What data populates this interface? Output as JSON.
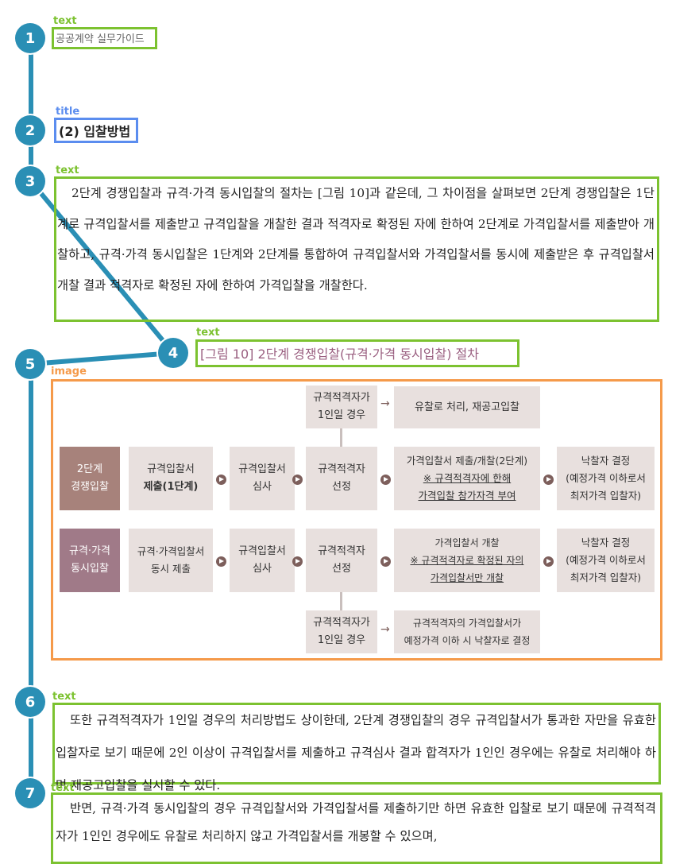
{
  "annotations": {
    "tag_text": "text",
    "tag_title": "title",
    "tag_image": "image",
    "markers": [
      "1",
      "2",
      "3",
      "4",
      "5",
      "6",
      "7"
    ]
  },
  "header": {
    "running_head": "공공계약 실무가이드"
  },
  "section": {
    "title": "(2) 입찰방법"
  },
  "paragraphs": {
    "p1": "2단계 경쟁입찰과 규격·가격 동시입찰의 절차는 [그림 10]과 같은데, 그 차이점을 살펴보면 2단계 경쟁입찰은 1단계로 규격입찰서를 제출받고 규격입찰을 개찰한 결과 적격자로 확정된 자에 한하여 2단계로 가격입찰서를 제출받아 개찰하고, 규격·가격 동시입찰은 1단계와 2단계를 통합하여 규격입찰서와 가격입찰서를 동시에 제출받은 후 규격입찰서 개찰 결과 적격자로 확정된 자에 한하여 가격입찰을 개찰한다.",
    "p2": "또한 규격적격자가 1인일 경우의 처리방법도 상이한데, 2단계 경쟁입찰의 경우 규격입찰서가 통과한 자만을 유효한 입찰자로 보기 때문에 2인 이상이 규격입찰서를 제출하고 규격심사 결과 합격자가 1인인 경우에는 유찰로 처리해야 하며 재공고입찰을 실시할 수 있다.",
    "p3": "반면, 규격·가격 동시입찰의 경우 규격입찰서와 가격입찰서를 제출하기만 하면 유효한 입찰로 보기 때문에 규격적격자가 1인인 경우에도 유찰로 처리하지 않고 가격입찰서를 개봉할 수 있으며,"
  },
  "figure": {
    "caption": "[그림 10] 2단계 경쟁입찰(규격·가격 동시입찰) 절차",
    "label_color_row1": "#a7827b",
    "label_color_row2": "#a07a88",
    "cell_color": "#e8e0de",
    "top_branch": {
      "cond_l1": "규격적격자가",
      "cond_l2": "1인일 경우",
      "result": "유찰로 처리, 재공고입찰"
    },
    "row1": {
      "label_l1": "2단계",
      "label_l2": "경쟁입찰",
      "step1_l1": "규격입찰서",
      "step1_l2": "제출(1단계)",
      "step2_l1": "규격입찰서",
      "step2_l2": "심사",
      "step3_l1": "규격적격자",
      "step3_l2": "선정",
      "step4_l1": "가격입찰서 제출/개찰(2단계)",
      "step4_l2": "※ 규격적격자에 한해",
      "step4_l3": "가격입찰 참가자격 부여",
      "step5_l1": "낙찰자 결정",
      "step5_l2": "(예정가격 이하로서",
      "step5_l3": "최저가격 입찰자)"
    },
    "row2": {
      "label_l1": "규격·가격",
      "label_l2": "동시입찰",
      "step1_l1": "규격·가격입찰서",
      "step1_l2": "동시 제출",
      "step2_l1": "규격입찰서",
      "step2_l2": "심사",
      "step3_l1": "규격적격자",
      "step3_l2": "선정",
      "step4_l1": "가격입찰서 개찰",
      "step4_l2": "※ 규격적격자로 확정된 자의",
      "step4_l3": "가격입찰서만 개찰",
      "step5_l1": "낙찰자 결정",
      "step5_l2": "(예정가격 이하로서",
      "step5_l3": "최저가격 입찰자)"
    },
    "bottom_branch": {
      "cond_l1": "규격적격자가",
      "cond_l2": "1인일 경우",
      "result_l1": "규격적격자의 가격입찰서가",
      "result_l2": "예정가격 이하 시 낙찰자로 결정"
    }
  }
}
